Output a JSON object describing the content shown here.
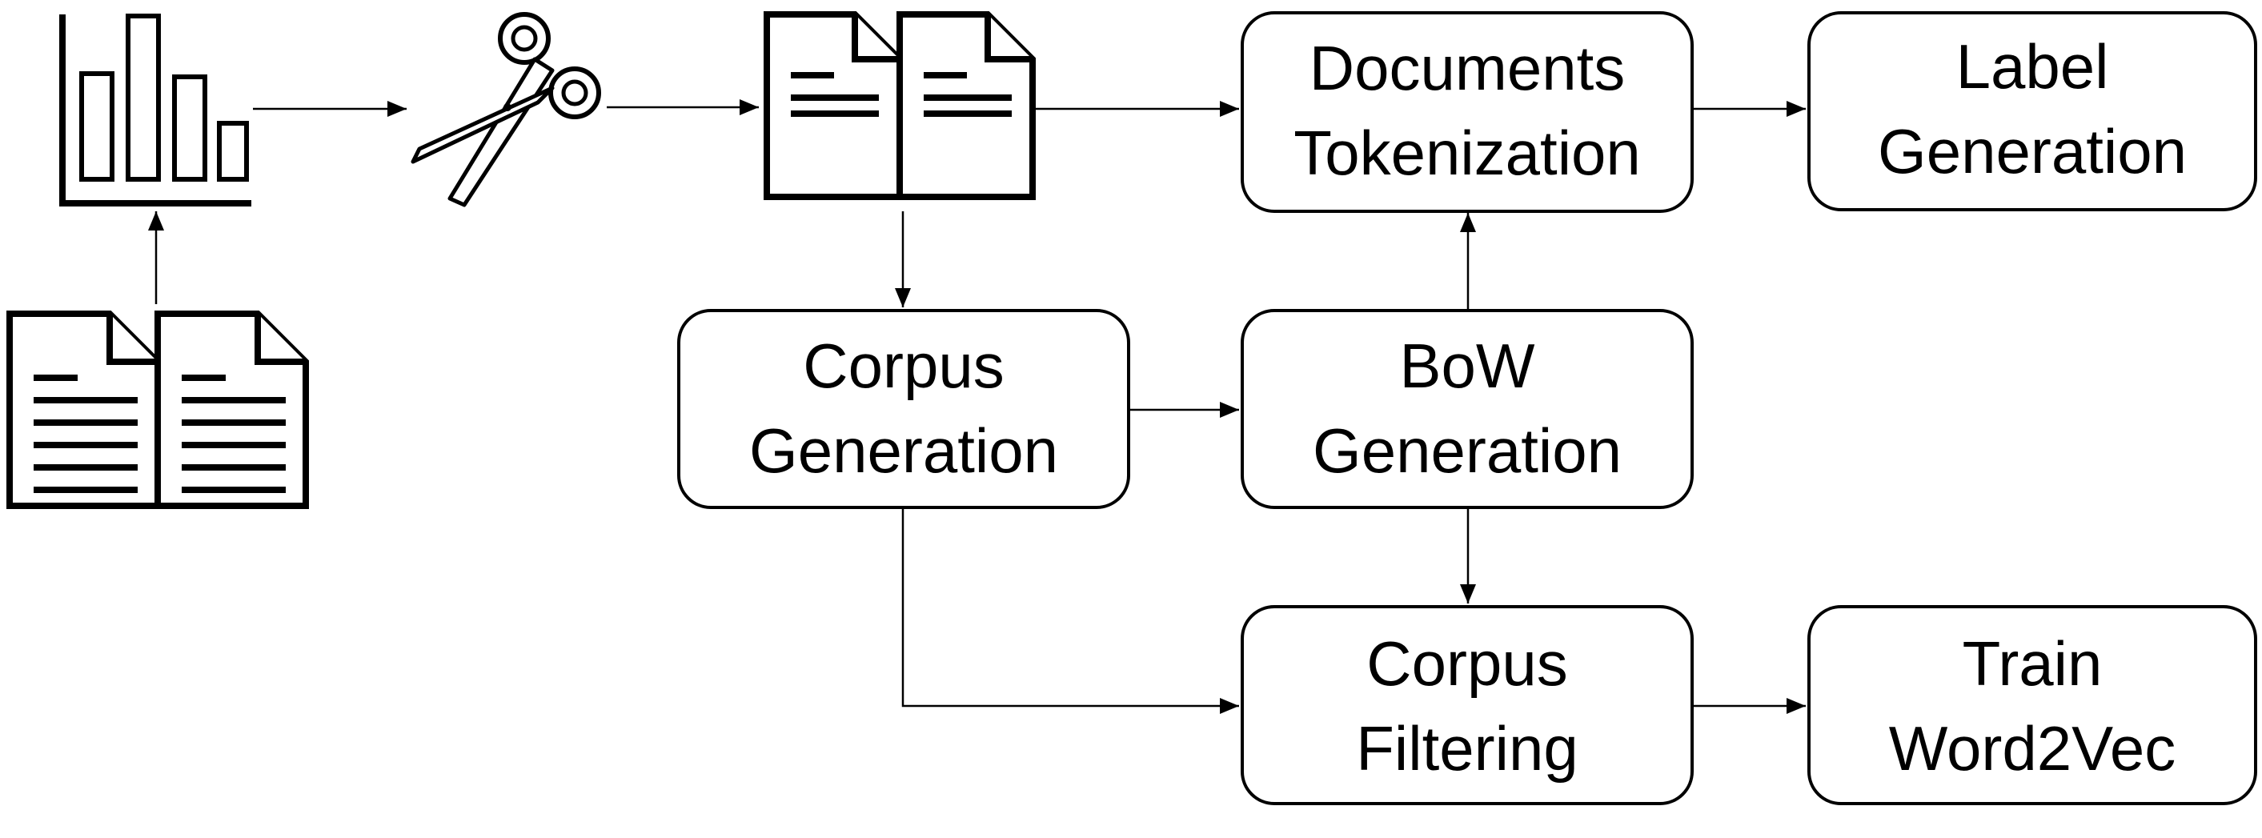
{
  "nodes": {
    "documents_tokenization": {
      "line1": "Documents",
      "line2": "Tokenization"
    },
    "label_generation": {
      "line1": "Label",
      "line2": "Generation"
    },
    "corpus_generation": {
      "line1": "Corpus",
      "line2": "Generation"
    },
    "bow_generation": {
      "line1": "BoW",
      "line2": "Generation"
    },
    "corpus_filtering": {
      "line1": "Corpus",
      "line2": "Filtering"
    },
    "train_word2vec": {
      "line1": "Train",
      "line2": "Word2Vec"
    }
  },
  "icons": {
    "source_documents": "document-pair-icon",
    "statistics": "bar-chart-icon",
    "cutting": "scissors-icon",
    "processed_documents": "document-pair-icon"
  },
  "colors": {
    "stroke": "#000000",
    "background": "#ffffff"
  }
}
